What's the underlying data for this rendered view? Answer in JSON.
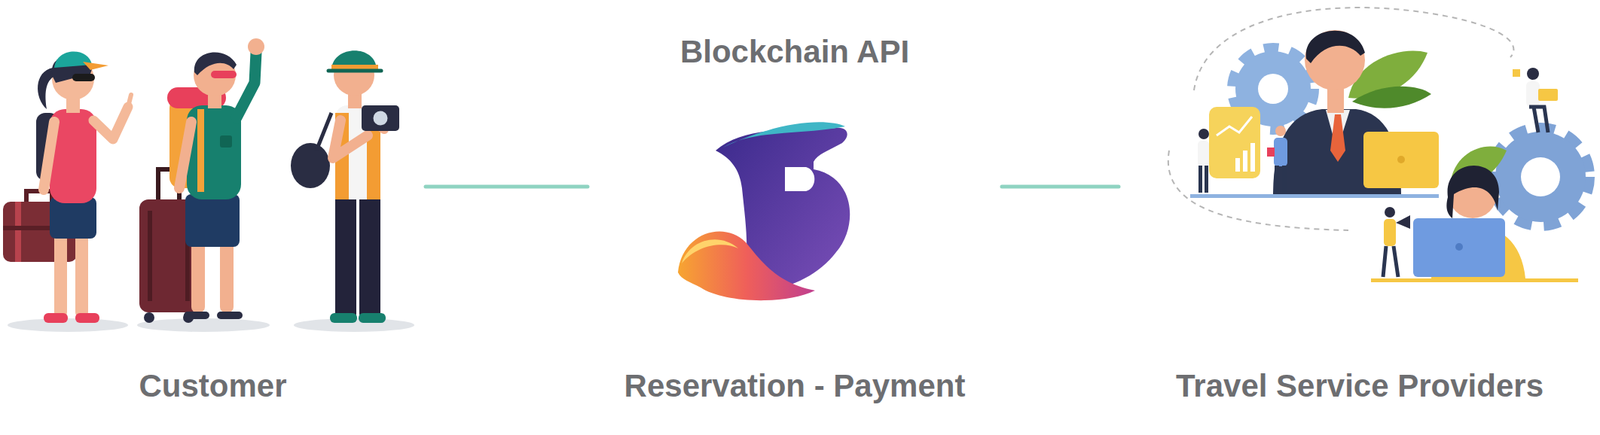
{
  "diagram": {
    "nodes": [
      {
        "text": [
          "Customer"
        ]
      },
      {
        "text": [
          "Blockchain API",
          "Reservation - Payment"
        ]
      },
      {
        "text": [
          "Travel Service Providers"
        ]
      }
    ],
    "edges": [
      {
        "from": 0,
        "to": 1,
        "arrow": "none"
      },
      {
        "from": 1,
        "to": 2,
        "arrow": "none"
      }
    ]
  }
}
